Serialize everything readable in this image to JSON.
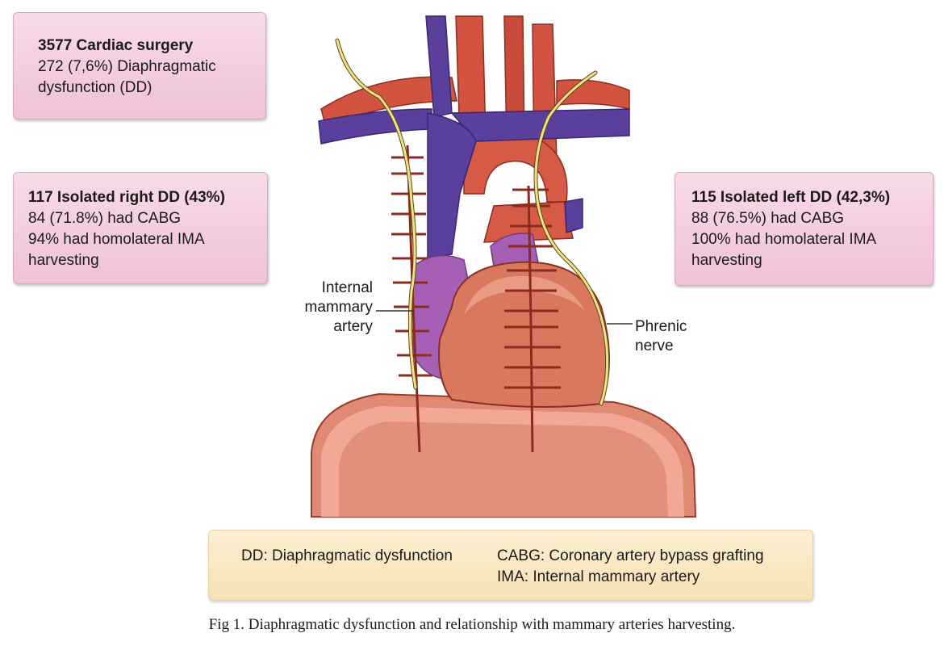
{
  "boxes": {
    "surgery": {
      "title": "3577 Cardiac surgery",
      "lines": [
        "272 (7,6%) Diaphragmatic",
        "dysfunction (DD)"
      ]
    },
    "right": {
      "title": "117 Isolated right DD (43%)",
      "lines": [
        "84 (71.8%) had CABG",
        "94% had homolateral IMA",
        "harvesting"
      ]
    },
    "left": {
      "title": "115 Isolated left DD (42,3%)",
      "lines": [
        "88 (76.5%) had CABG",
        "100% had homolateral IMA",
        "harvesting"
      ]
    }
  },
  "labels": {
    "ima": [
      "Internal",
      "mammary",
      "artery"
    ],
    "phrenic": [
      "Phrenic",
      "nerve"
    ]
  },
  "legend": {
    "dd": "DD: Diaphragmatic dysfunction",
    "cabg": "CABG: Coronary artery bypass grafting",
    "ima": "IMA: Internal mammary artery"
  },
  "caption": "Fig 1.  Diaphragmatic dysfunction and relationship with mammary arteries harvesting.",
  "colors": {
    "vein": "#5b3f9c",
    "artery": "#d2533f",
    "heart": "#d9785f",
    "atrium": "#a560b5",
    "nerve": "#efe08a",
    "ima": "#8b2b1f",
    "diaphragm": "#e08a74"
  }
}
